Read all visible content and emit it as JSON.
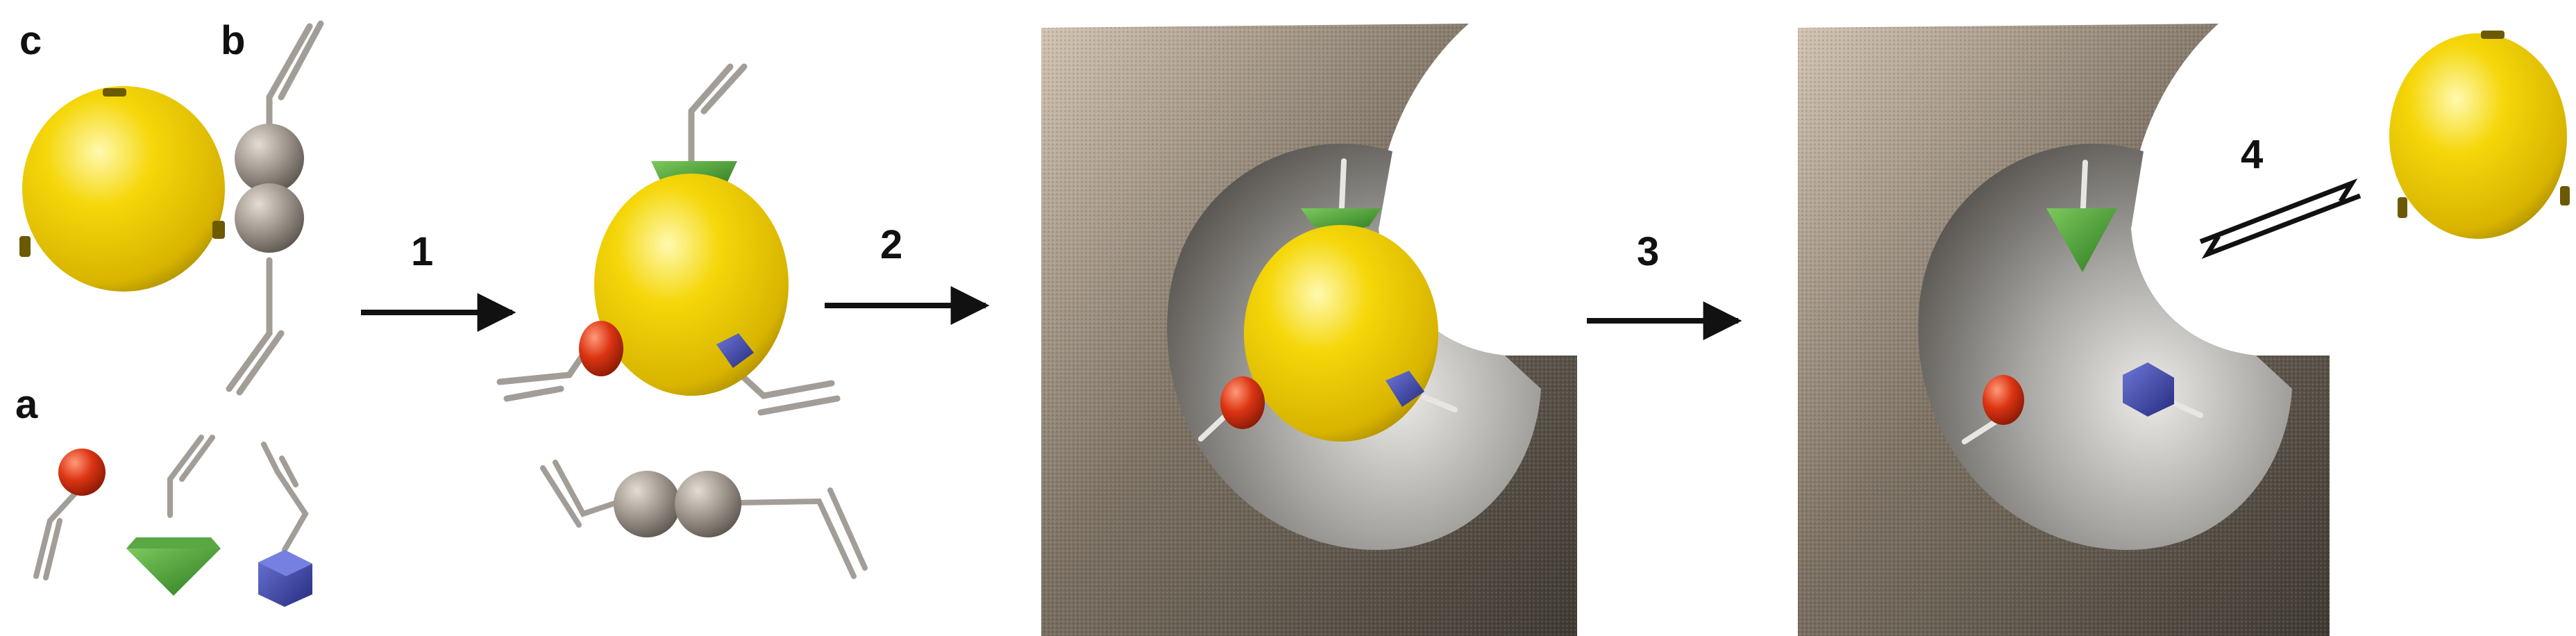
{
  "labels": {
    "panel_c": "c",
    "panel_b": "b",
    "panel_a": "a",
    "step_1": "1",
    "step_2": "2",
    "step_3": "3",
    "step_4": "4"
  },
  "colors": {
    "template_sphere": "#f2cf08",
    "template_sphere_dark": "#b89a00",
    "monomer_circle": "#d8300f",
    "monomer_triangle": "#3f9a2e",
    "monomer_cube": "#3f47a8",
    "crosslinker": "#8d857d",
    "polymer_matrix": "#6f6658",
    "cavity": "#8c8a86",
    "arrow": "#111111"
  },
  "icons": [
    "template-sphere-icon",
    "crosslinker-icon",
    "monomer-circle-icon",
    "monomer-triangle-icon",
    "monomer-cube-icon",
    "polymer-block-icon",
    "reaction-arrow-icon",
    "equilibrium-arrow-icon"
  ]
}
